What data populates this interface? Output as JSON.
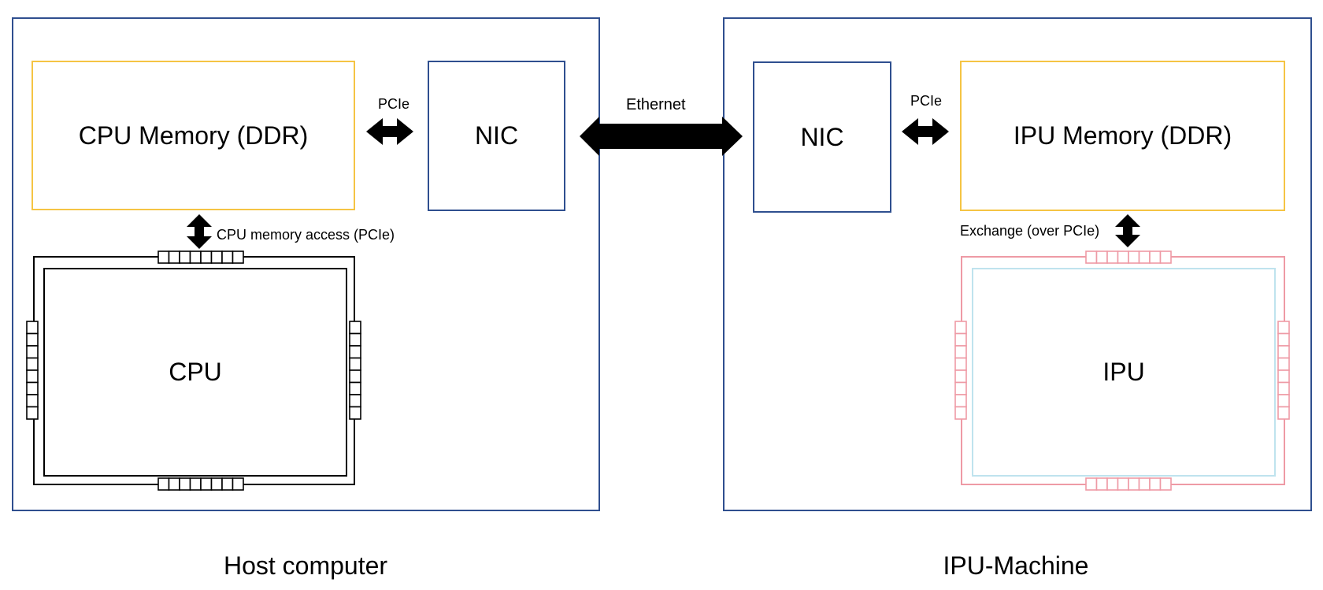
{
  "host": {
    "caption": "Host computer",
    "memory_label": "CPU Memory (DDR)",
    "nic_label": "NIC",
    "cpu_label": "CPU",
    "pcie_label": "PCIe",
    "memory_access_label": "CPU memory access (PCIe)"
  },
  "network": {
    "ethernet_label": "Ethernet"
  },
  "machine": {
    "caption": "IPU-Machine",
    "nic_label": "NIC",
    "memory_label": "IPU Memory (DDR)",
    "ipu_label": "IPU",
    "pcie_label": "PCIe",
    "exchange_label": "Exchange (over PCIe)"
  },
  "colors": {
    "frame": "#2f4f8f",
    "memory": "#f5c444",
    "cpu": "#000000",
    "ipu_outer": "#ee9aa5",
    "ipu_inner": "#bfe3ee"
  }
}
